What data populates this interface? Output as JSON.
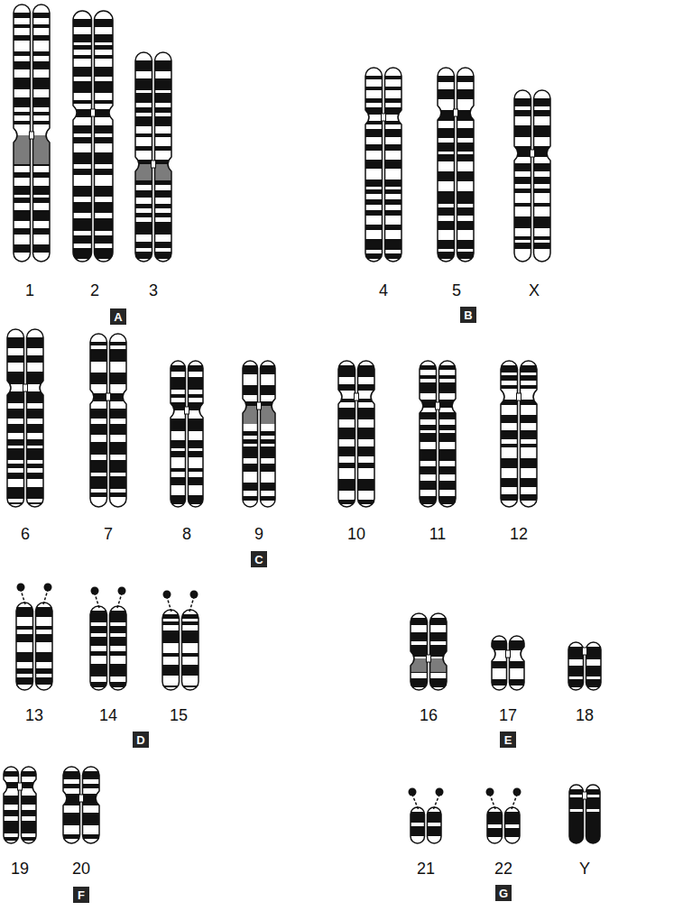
{
  "diagram": {
    "nodes": [
      {
        "text": [
          "A"
        ]
      },
      {
        "text": [
          "B"
        ]
      },
      {
        "text": [
          "C"
        ]
      },
      {
        "text": [
          "D"
        ]
      },
      {
        "text": [
          "E"
        ]
      },
      {
        "text": [
          "F"
        ]
      },
      {
        "text": [
          "G"
        ]
      }
    ],
    "labels": [
      "1",
      "2",
      "3",
      "4",
      "5",
      "X",
      "6",
      "7",
      "8",
      "9",
      "10",
      "11",
      "12",
      "13",
      "14",
      "15",
      "16",
      "17",
      "18",
      "19",
      "20",
      "21",
      "22",
      "Y"
    ]
  }
}
